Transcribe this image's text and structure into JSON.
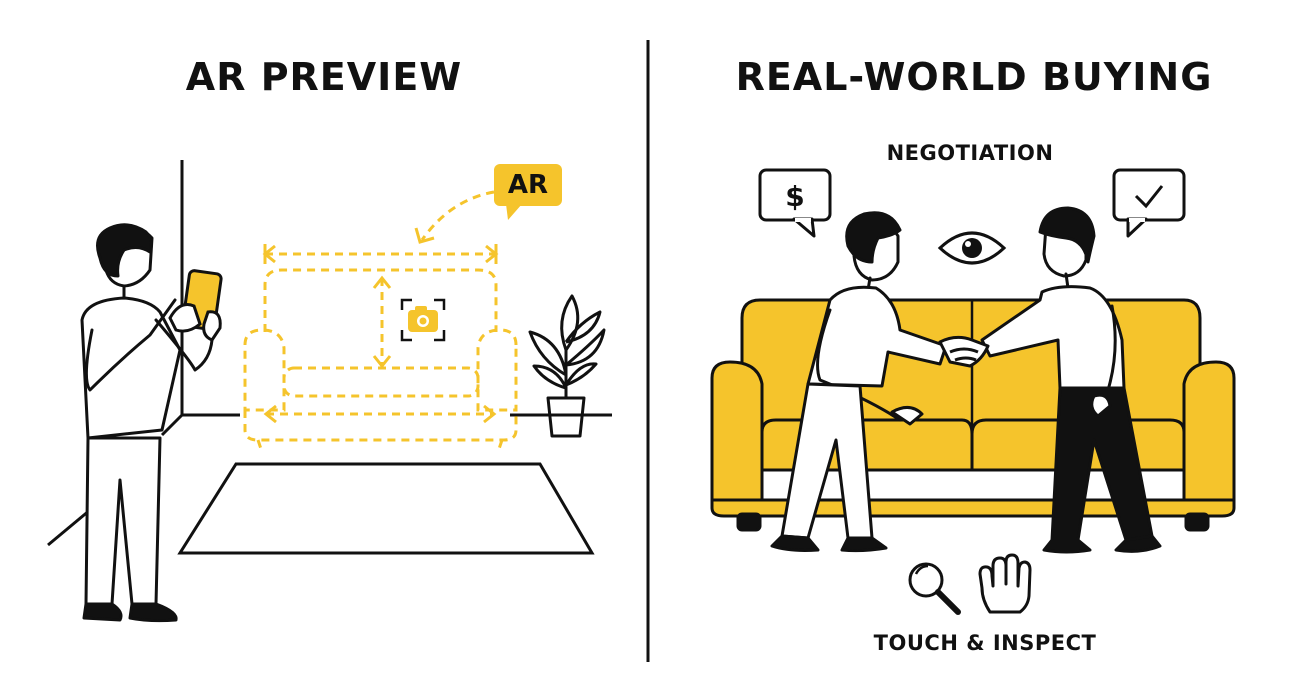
{
  "left_panel": {
    "title": "AR PREVIEW",
    "badge": "AR"
  },
  "right_panel": {
    "title": "REAL-WORLD BUYING",
    "top_caption": "NEGOTIATION",
    "bottom_caption": "TOUCH & INSPECT",
    "price_bubble_symbol": "$"
  },
  "colors": {
    "accent": "#F5C42C",
    "ink": "#111111",
    "background": "#FFFFFF"
  },
  "icons": [
    "smartphone-icon",
    "camera-icon",
    "dollar-speech-bubble-icon",
    "check-speech-bubble-icon",
    "eye-icon",
    "magnifier-icon",
    "hand-icon",
    "plant-icon"
  ]
}
